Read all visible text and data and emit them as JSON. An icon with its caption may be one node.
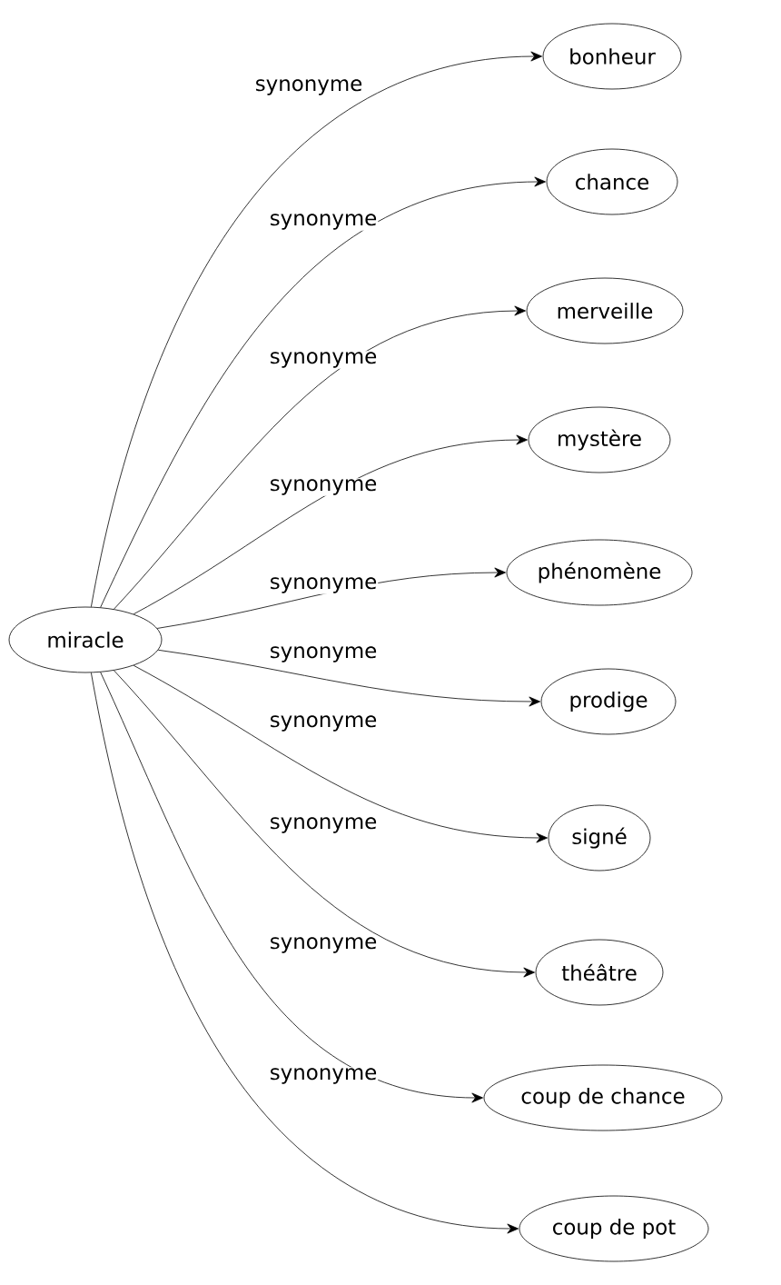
{
  "diagram": {
    "nodes": [
      {
        "text": [
          "miracle"
        ]
      },
      {
        "text": [
          "bonheur"
        ]
      },
      {
        "text": [
          "chance"
        ]
      },
      {
        "text": [
          "merveille"
        ]
      },
      {
        "text": [
          "mystère"
        ]
      },
      {
        "text": [
          "phénomène"
        ]
      },
      {
        "text": [
          "prodige"
        ]
      },
      {
        "text": [
          "signé"
        ]
      },
      {
        "text": [
          "théâtre"
        ]
      },
      {
        "text": [
          "coup de chance"
        ]
      },
      {
        "text": [
          "coup de pot"
        ]
      }
    ],
    "edges": [
      {
        "from": 0,
        "to": 1,
        "arrow": "to",
        "label": "synonyme"
      },
      {
        "from": 0,
        "to": 2,
        "arrow": "to",
        "label": "synonyme"
      },
      {
        "from": 0,
        "to": 3,
        "arrow": "to",
        "label": "synonyme"
      },
      {
        "from": 0,
        "to": 4,
        "arrow": "to",
        "label": "synonyme"
      },
      {
        "from": 0,
        "to": 5,
        "arrow": "to",
        "label": "synonyme"
      },
      {
        "from": 0,
        "to": 6,
        "arrow": "to",
        "label": "synonyme"
      },
      {
        "from": 0,
        "to": 7,
        "arrow": "to",
        "label": "synonyme"
      },
      {
        "from": 0,
        "to": 8,
        "arrow": "to",
        "label": "synonyme"
      },
      {
        "from": 0,
        "to": 9,
        "arrow": "to",
        "label": "synonyme"
      },
      {
        "from": 0,
        "to": 10,
        "arrow": "to",
        "label": "synonyme"
      }
    ]
  }
}
